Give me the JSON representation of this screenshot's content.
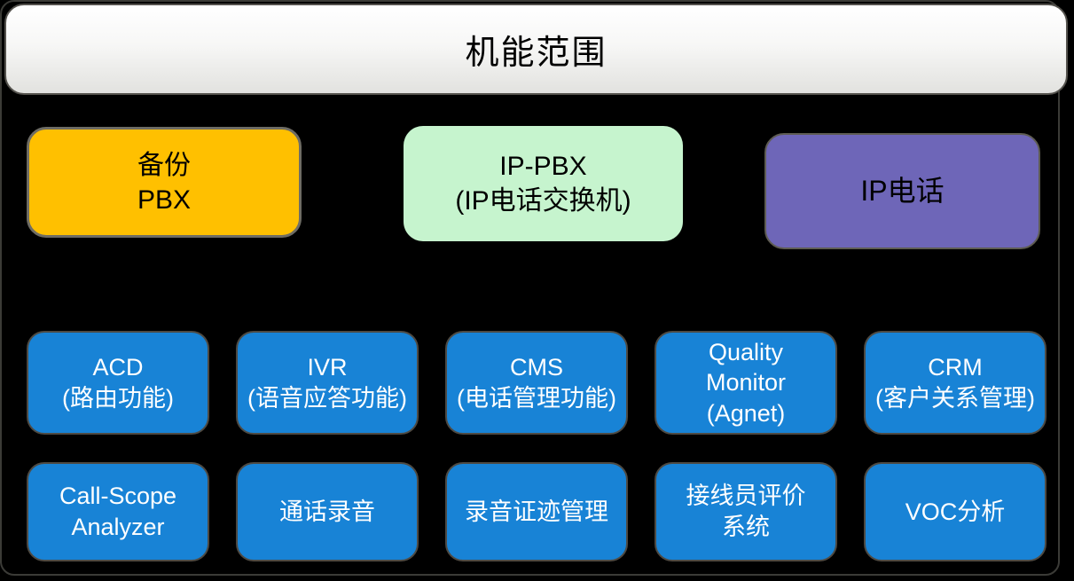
{
  "title": {
    "label": "机能范围"
  },
  "top_row": [
    {
      "name": "backup-pbx",
      "label": "备份\nPBX",
      "bg": "#FFC000",
      "text_color": "#000000"
    },
    {
      "name": "ip-pbx",
      "label": "IP-PBX\n(IP电话交换机)",
      "bg": "#C6F4CE",
      "text_color": "#000000"
    },
    {
      "name": "ip-phone",
      "label": "IP电话",
      "bg": "#6E66B8",
      "text_color": "#000000"
    }
  ],
  "function_rows": {
    "row1": [
      {
        "name": "acd",
        "label": "ACD\n(路由功能)"
      },
      {
        "name": "ivr",
        "label": "IVR\n(语音应答功能)"
      },
      {
        "name": "cms",
        "label": "CMS\n(电话管理功能)"
      },
      {
        "name": "quality-monitor",
        "label": "Quality\nMonitor\n(Agnet)"
      },
      {
        "name": "crm",
        "label": "CRM\n(客户关系管理)"
      }
    ],
    "row2": [
      {
        "name": "call-scope-analyzer",
        "label": "Call-Scope\nAnalyzer"
      },
      {
        "name": "call-recording",
        "label": "通话录音"
      },
      {
        "name": "recording-evidence-management",
        "label": "录音证迹管理"
      },
      {
        "name": "operator-evaluation-system",
        "label": "接线员评价\n系统"
      },
      {
        "name": "voc-analysis",
        "label": "VOC分析"
      }
    ]
  },
  "colors": {
    "background": "#000000",
    "frame_border": "#3B3B37",
    "title_gradient_top": "#FFFFFF",
    "title_gradient_bottom": "#E2E2DF",
    "title_text": "#000000",
    "function_box_bg": "#1883D6",
    "function_box_text": "#FFFFFF",
    "backup_pbx_bg": "#FFC000",
    "ip_pbx_bg": "#C6F4CE",
    "ip_phone_bg": "#6E66B8"
  }
}
